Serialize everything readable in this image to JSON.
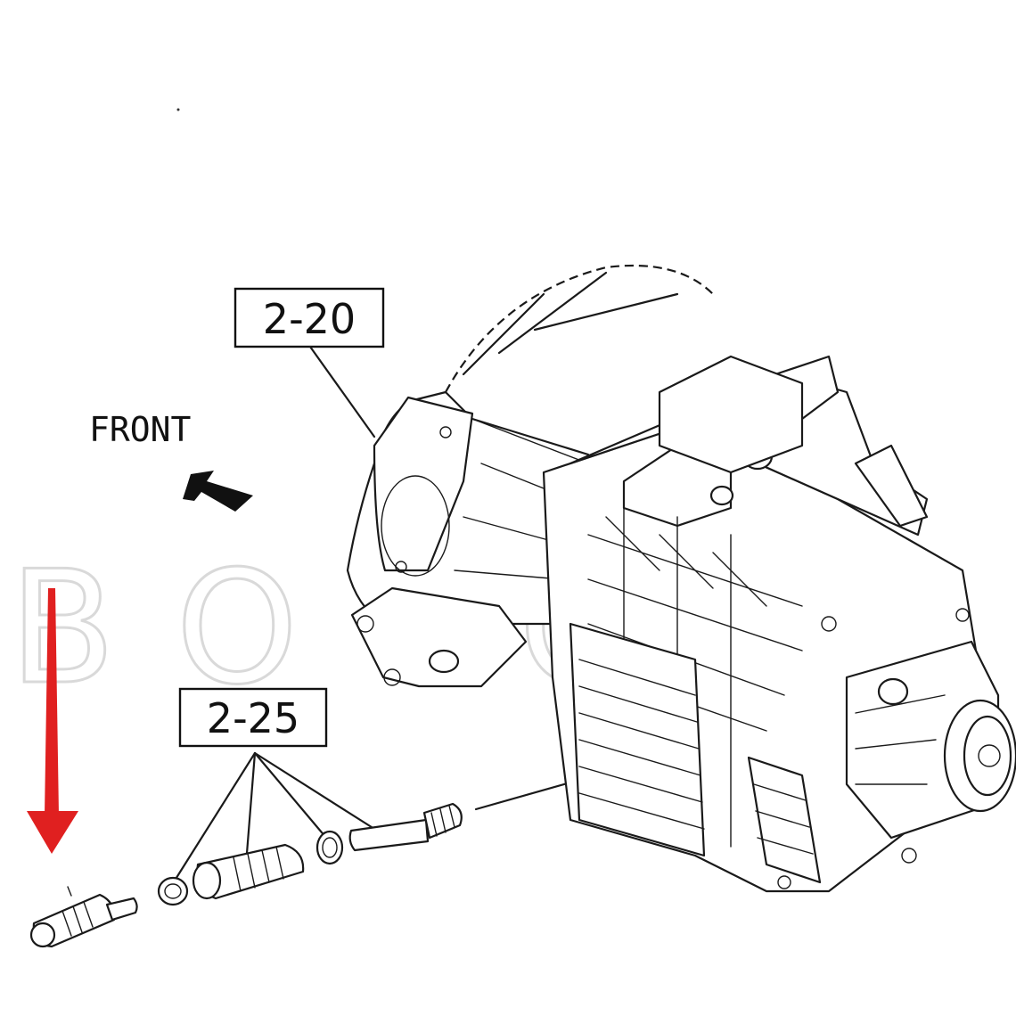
{
  "watermark": {
    "text": "BOTOT"
  },
  "labels": {
    "front": "FRONT",
    "callout_bellhousing": "2-20",
    "callout_speedo": "2-25"
  },
  "colors": {
    "line": "#1a1a1a",
    "indicator_arrow": "#e02020",
    "watermark": "#d9d9d9",
    "background": "#ffffff"
  },
  "icons": {
    "front_arrow": "black-arrow-pointing-front",
    "indicator": "red-down-arrow"
  }
}
